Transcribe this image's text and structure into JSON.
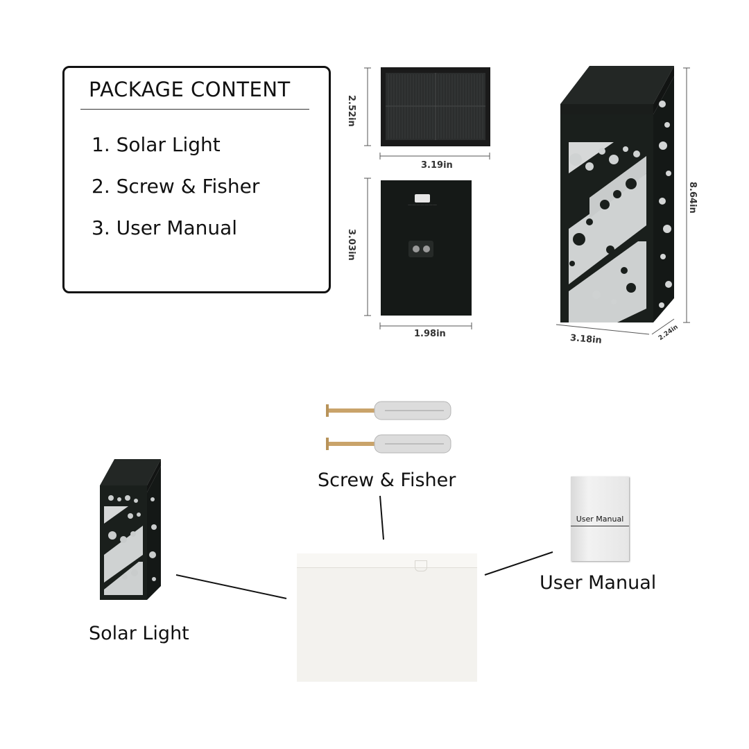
{
  "package": {
    "title": "PACKAGE CONTENT",
    "items": [
      "1. Solar Light",
      "2. Screw & Fisher",
      "3. User Manual"
    ]
  },
  "dimensions": {
    "panel_height": "2.52in",
    "panel_width": "3.19in",
    "back_height": "3.03in",
    "back_width": "1.98in",
    "light_height": "8.64in",
    "light_width": "3.18in",
    "light_depth": "2.24in"
  },
  "labels": {
    "screw": "Screw & Fisher",
    "manual": "User Manual",
    "manual_cover": "User Manual",
    "light": "Solar Light"
  },
  "colors": {
    "light_body": "#1a1f1c",
    "frosted": "#cfd2d2",
    "box": "#f3f2ee"
  }
}
